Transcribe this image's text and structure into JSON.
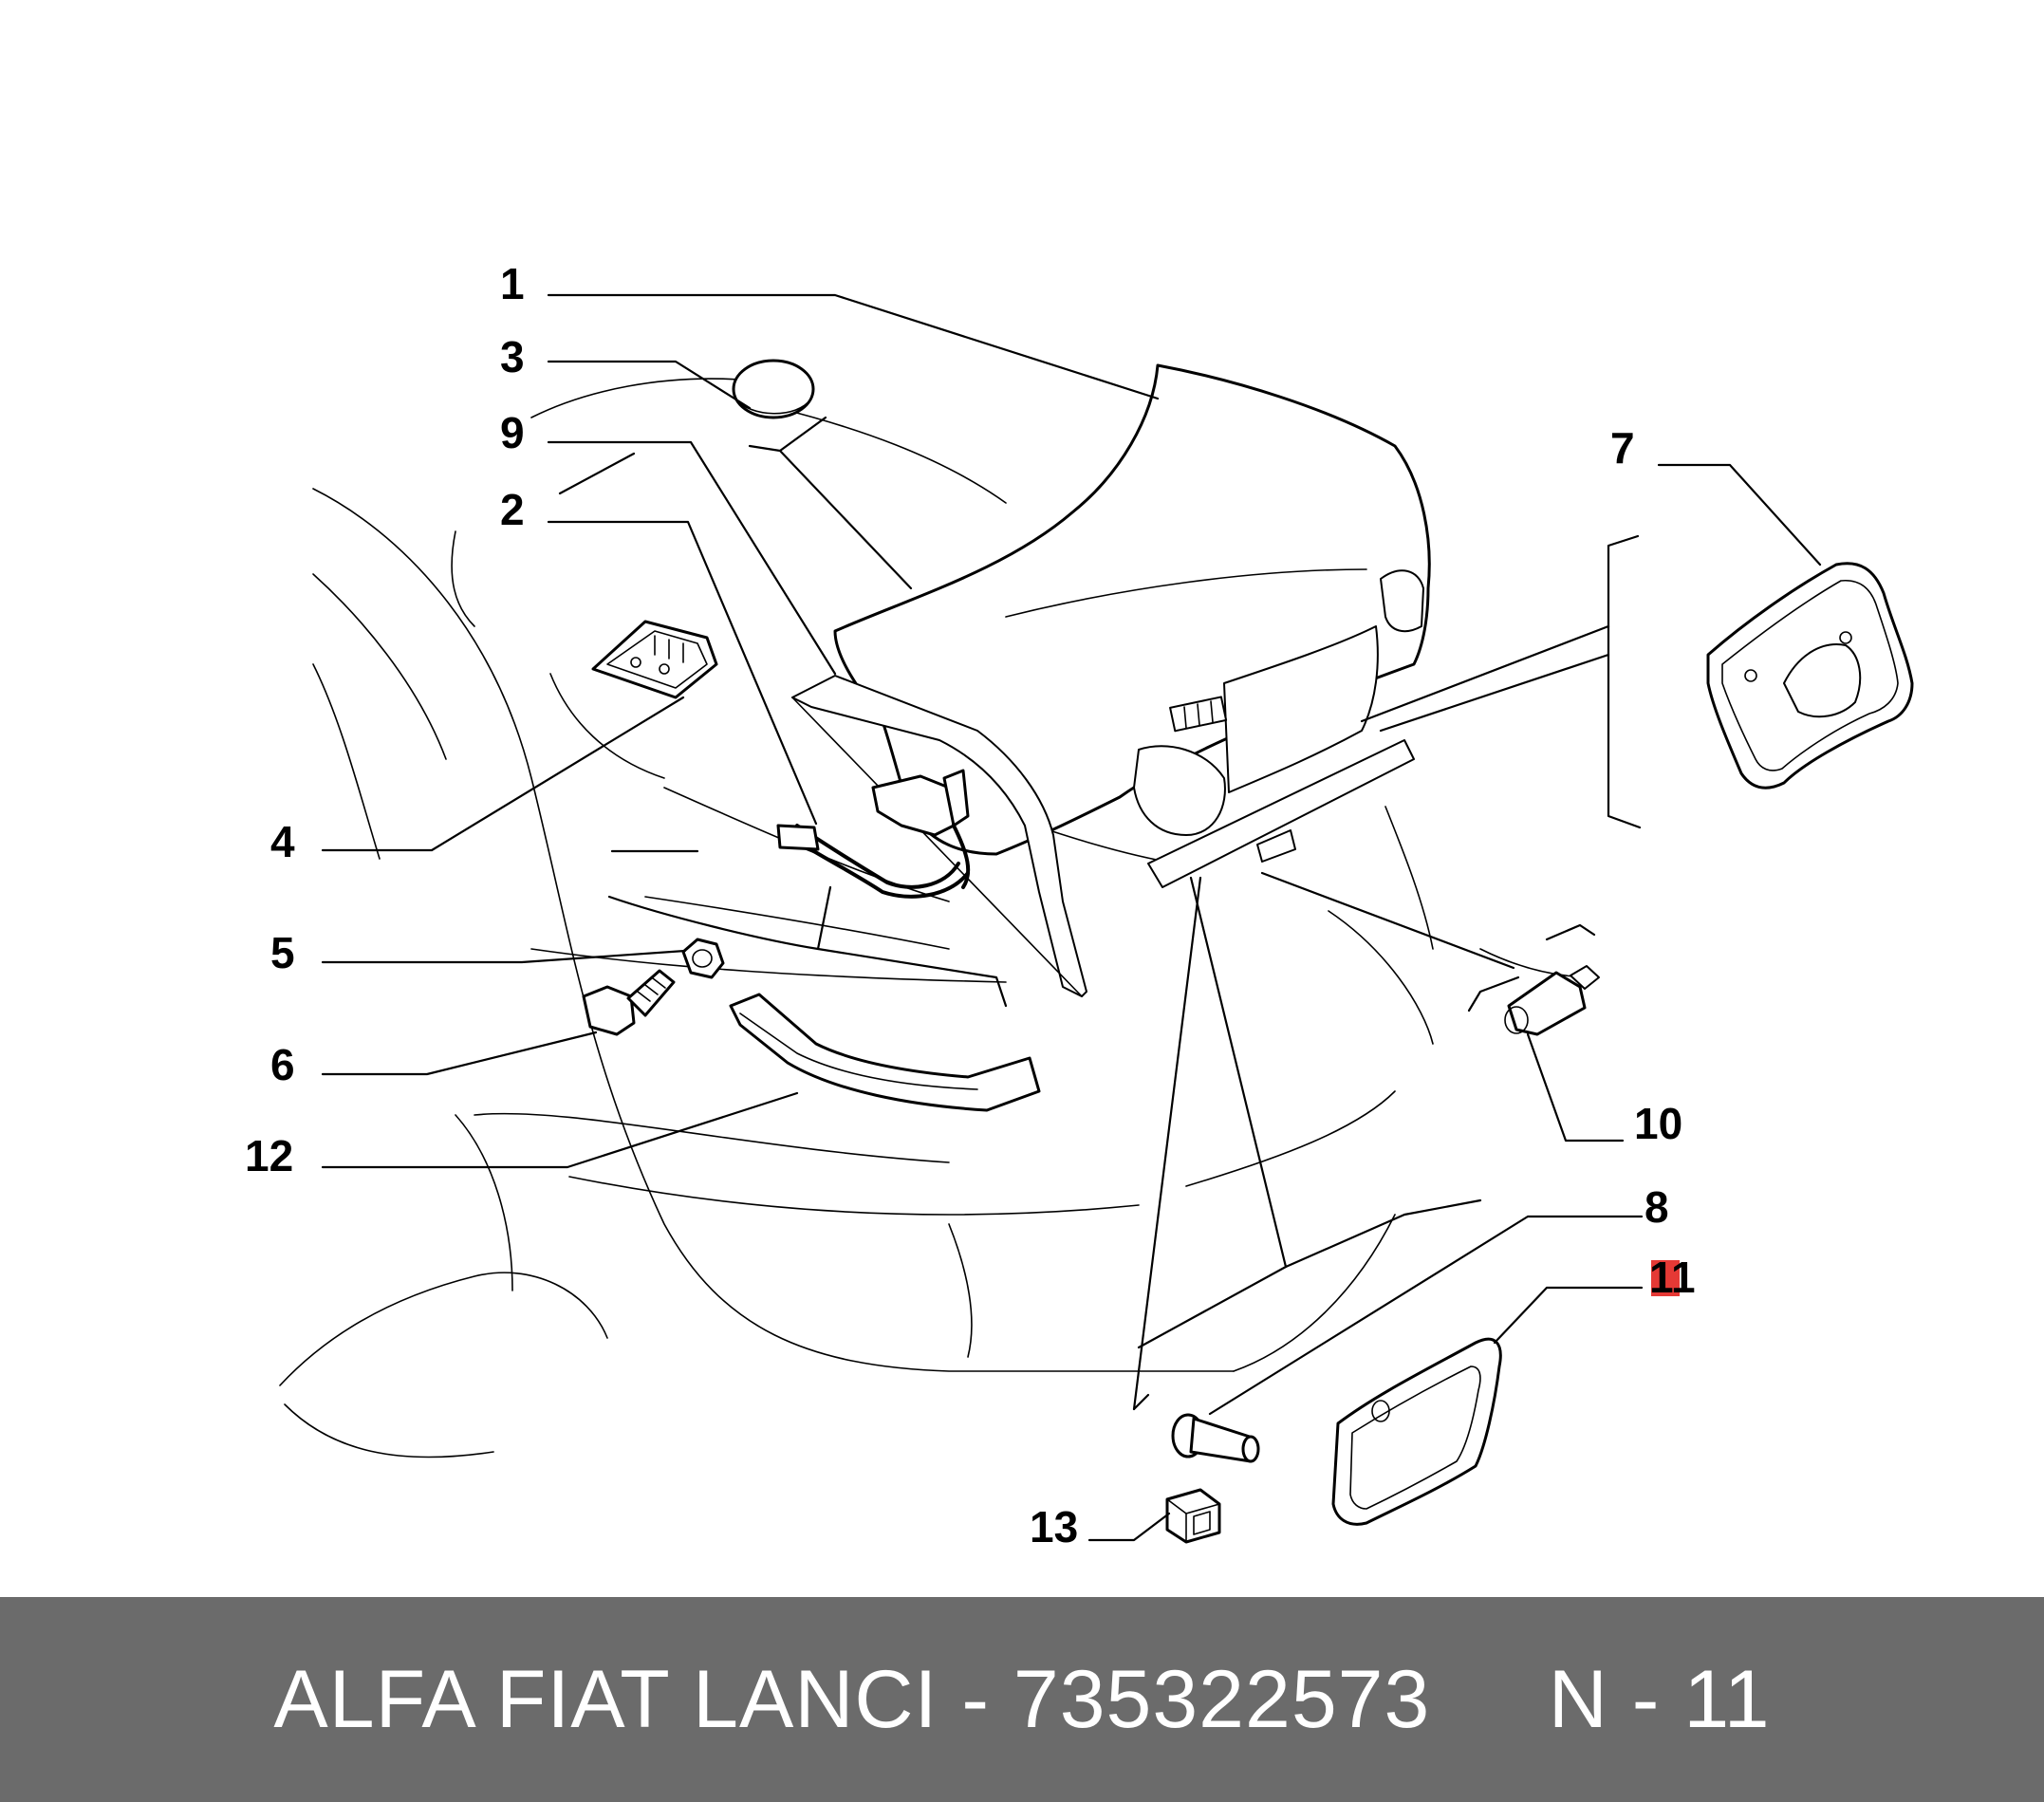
{
  "callouts": {
    "c1": "1",
    "c2": "2",
    "c3": "3",
    "c4": "4",
    "c5": "5",
    "c6": "6",
    "c7": "7",
    "c8": "8",
    "c9": "9",
    "c10": "10",
    "c11": "11",
    "c12": "12",
    "c13": "13"
  },
  "highlight": {
    "callout": "11",
    "color": "#e53935"
  },
  "footer": {
    "text": "ALFA FIAT LANCI - 735322573     N - 11",
    "background": "#6b6b6b",
    "color": "#ffffff"
  }
}
